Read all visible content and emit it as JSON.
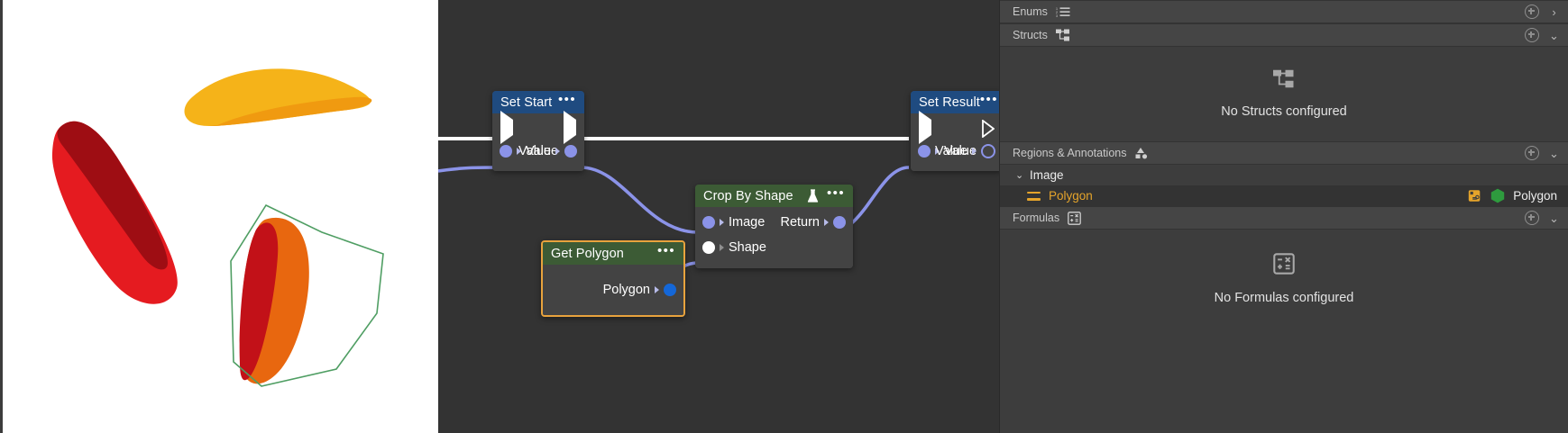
{
  "app": {
    "theme_bg": "#333333",
    "panel_bg": "#3d3d3d",
    "accent_amber": "#e5a42b",
    "accent_blue": "#1f4b80",
    "accent_green": "#3c5b35",
    "exec_wire": "#ffffff",
    "data_wire": "#8b93e8"
  },
  "image_canvas": {
    "name": "image-viewer",
    "background": "#ffffff",
    "shapes": [
      {
        "name": "yellow-blob",
        "fill": "#f5b319",
        "shade": "#f08c10"
      },
      {
        "name": "red-blob",
        "fill": "#e51b20",
        "shade": "#9e0d13"
      },
      {
        "name": "orange-blob",
        "fill": "#e8670f",
        "shade": "#c21118"
      },
      {
        "name": "polygon-outline",
        "stroke": "#4f9e63"
      }
    ]
  },
  "graph": {
    "nodes": [
      {
        "id": "set-start",
        "title": "Set Start",
        "header_color": "#1f4b80",
        "menu": "•••",
        "selected": false,
        "inputs": [
          {
            "label": "Value",
            "port": "data-purple-filled"
          }
        ],
        "outputs": [
          {
            "label": "Value",
            "port": "data-purple-filled"
          }
        ],
        "exec_in": "filled",
        "exec_out": "filled"
      },
      {
        "id": "set-result",
        "title": "Set Result",
        "header_color": "#1f4b80",
        "menu": "•••",
        "selected": false,
        "inputs": [
          {
            "label": "Value",
            "port": "data-purple-filled"
          }
        ],
        "outputs": [
          {
            "label": "Value",
            "port": "data-purple-hollow"
          }
        ],
        "exec_in": "filled",
        "exec_out": "outline"
      },
      {
        "id": "crop-by-shape",
        "title": "Crop By Shape",
        "header_color": "#3c5b35",
        "menu": "•••",
        "badge": "flask-icon",
        "selected": false,
        "inputs": [
          {
            "label": "Image",
            "port": "data-purple-filled"
          },
          {
            "label": "Shape",
            "port": "data-white-filled"
          }
        ],
        "outputs": [
          {
            "label": "Return",
            "port": "data-purple-filled"
          }
        ]
      },
      {
        "id": "get-polygon",
        "title": "Get Polygon",
        "header_color": "#3c5b35",
        "menu": "•••",
        "selected": true,
        "inputs": [],
        "outputs": [
          {
            "label": "Polygon",
            "port": "data-blue-filled"
          }
        ]
      }
    ]
  },
  "right_panel": {
    "sections": [
      {
        "id": "enums",
        "title": "Enums",
        "icon": "numbered-list-icon",
        "expanded": false,
        "chevron": "›",
        "add_button": "add-enum-button"
      },
      {
        "id": "structs",
        "title": "Structs",
        "icon": "struct-hierarchy-icon",
        "expanded": true,
        "chevron": "⌄",
        "add_button": "add-struct-button",
        "empty_text": "No Structs configured",
        "empty_icon": "struct-hierarchy-icon"
      },
      {
        "id": "regions",
        "title": "Regions & Annotations",
        "icon": "shapes-icon",
        "expanded": true,
        "chevron": "⌄",
        "add_button": "add-region-button",
        "tree": [
          {
            "id": "image-group",
            "label": "Image",
            "chevron": "⌄",
            "expanded": true,
            "children": [
              {
                "id": "polygon-item",
                "label": "Polygon",
                "leading_icon": "equals-lines-icon",
                "tag_icon": "link-tag-icon",
                "type_icon": "green-hexagon-icon",
                "type_label": "Polygon",
                "selected": true
              }
            ]
          }
        ]
      },
      {
        "id": "formulas",
        "title": "Formulas",
        "icon": "formula-icon",
        "expanded": true,
        "chevron": "⌄",
        "add_button": "add-formula-button",
        "empty_text": "No Formulas configured",
        "empty_icon": "formula-icon"
      }
    ]
  }
}
